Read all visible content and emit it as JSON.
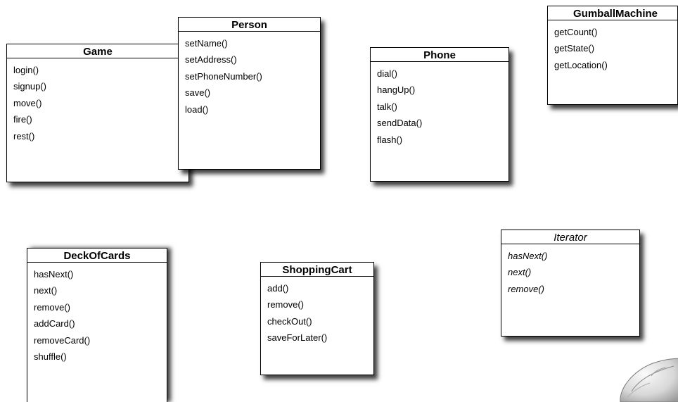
{
  "classes": {
    "game": {
      "name": "Game",
      "methods": [
        "login()",
        "signup()",
        "move()",
        "fire()",
        "rest()"
      ]
    },
    "person": {
      "name": "Person",
      "methods": [
        "setName()",
        "setAddress()",
        "setPhoneNumber()",
        "save()",
        "load()"
      ]
    },
    "phone": {
      "name": "Phone",
      "methods": [
        "dial()",
        "hangUp()",
        "talk()",
        "sendData()",
        "flash()"
      ]
    },
    "gumball": {
      "name": "GumballMachine",
      "methods": [
        "getCount()",
        "getState()",
        "getLocation()"
      ]
    },
    "deck": {
      "name": "DeckOfCards",
      "methods": [
        "hasNext()",
        "next()",
        "remove()",
        "addCard()",
        "removeCard()",
        "shuffle()"
      ]
    },
    "cart": {
      "name": "ShoppingCart",
      "methods": [
        "add()",
        "remove()",
        "checkOut()",
        "saveForLater()"
      ]
    },
    "iterator": {
      "name": "Iterator",
      "methods": [
        "hasNext()",
        "next()",
        "remove()"
      ]
    }
  },
  "decoration": {
    "mouse_icon": "computer-mouse-icon"
  }
}
